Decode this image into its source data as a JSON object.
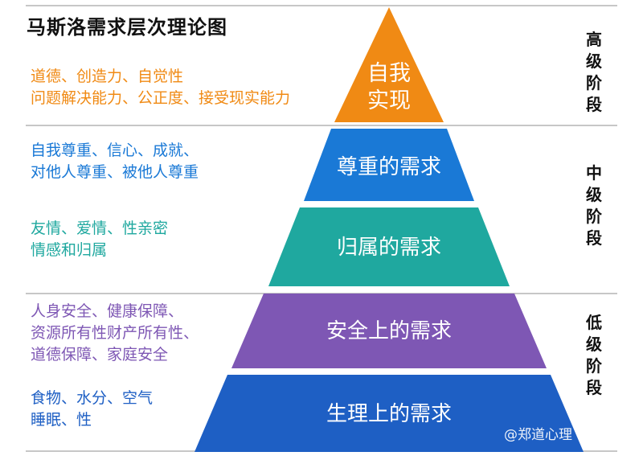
{
  "title": "马斯洛需求层次理论图",
  "colors": {
    "self": "#F08A14",
    "esteem": "#1A79D6",
    "belong": "#1FA89F",
    "safety": "#7E57B4",
    "physio": "#1E5FC4"
  },
  "tiers": [
    {
      "label_lines": [
        "自我",
        "实现"
      ],
      "desc": [
        "道德、创造力、自觉性",
        "问题解决能力、公正度、接受现实能力"
      ]
    },
    {
      "label_lines": [
        "尊重的需求"
      ],
      "desc": [
        "自我尊重、信心、成就、",
        "对他人尊重、被他人尊重"
      ]
    },
    {
      "label_lines": [
        "归属的需求"
      ],
      "desc": [
        "友情、爱情、性亲密",
        "情感和归属"
      ]
    },
    {
      "label_lines": [
        "安全上的需求"
      ],
      "desc": [
        "人身安全、健康保障、",
        "资源所有性财产所有性、",
        "道德保障、家庭安全"
      ]
    },
    {
      "label_lines": [
        "生理上的需求"
      ],
      "desc": [
        "食物、水分、空气",
        "睡眠、性"
      ]
    }
  ],
  "stages": [
    {
      "chars": [
        "高",
        "级",
        "阶",
        "段"
      ]
    },
    {
      "chars": [
        "中",
        "级",
        "阶",
        "段"
      ]
    },
    {
      "chars": [
        "低",
        "级",
        "阶",
        "段"
      ]
    }
  ],
  "watermark": "@郑道心理"
}
